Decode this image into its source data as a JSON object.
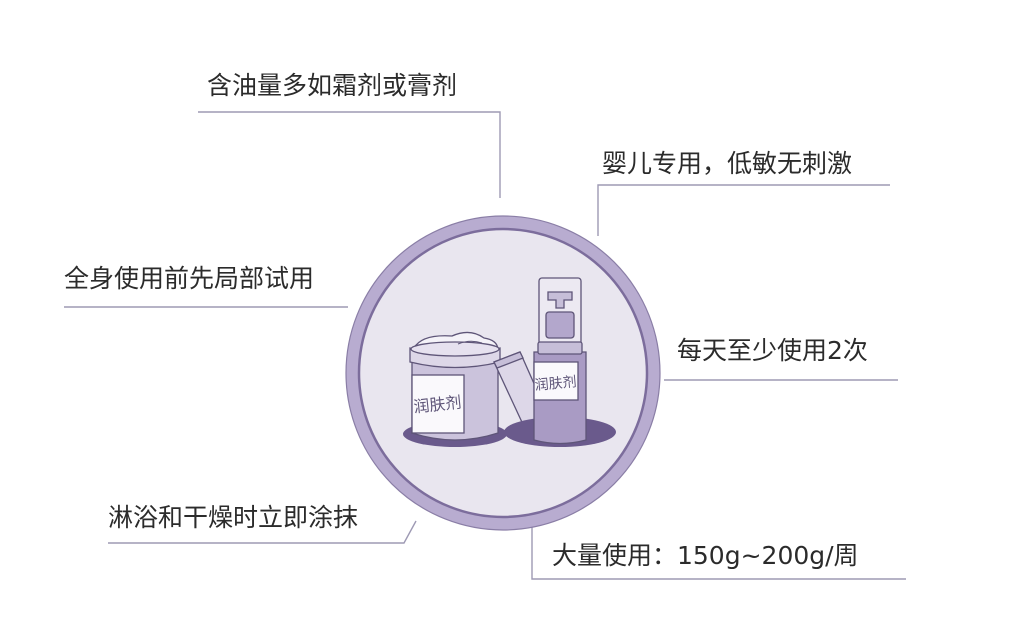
{
  "tips": {
    "t1": "含油量多如霜剂或膏剂",
    "t2": "婴儿专用，低敏无刺激",
    "t3": "全身使用前先局部试用",
    "t4": "每天至少使用2次",
    "t5": "淋浴和干燥时立即涂抹",
    "t6": "大量使用：150g~200g/周"
  },
  "products": {
    "jar_label": "润肤剂",
    "bottle_label": "润肤剂"
  },
  "colors": {
    "line": "#9e9ab4",
    "circle_outer": "#b8acd0",
    "circle_ring": "#7c6d9c",
    "circle_inner": "#e9e6ef",
    "jar_body": "#cbc3dc",
    "bottle_body": "#a99bc4",
    "shadow": "#6a5a8c",
    "outline": "#5e5578"
  }
}
